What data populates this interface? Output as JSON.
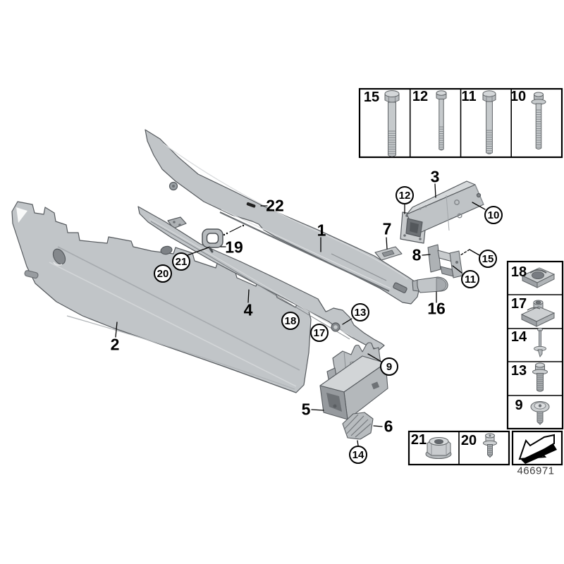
{
  "diagram_number": "466971",
  "colors": {
    "background": "#ffffff",
    "part_fill": "#c1c5c8",
    "part_fill_light": "#d4d7d9",
    "part_fill_dark": "#969a9e",
    "part_stroke": "#565a5e",
    "callout_color": "#000000"
  },
  "callouts": {
    "plain": {
      "p1": "1",
      "p2": "2",
      "p3": "3",
      "p4": "4",
      "p5": "5",
      "p6": "6",
      "p7": "7",
      "p8": "8",
      "p16": "16",
      "p19": "19",
      "p22": "22"
    },
    "circled": {
      "c9": "9",
      "c10": "10",
      "c11": "11",
      "c12": "12",
      "c13": "13",
      "c14": "14",
      "c15": "15",
      "c17": "17",
      "c18": "18",
      "c20": "20",
      "c21": "21"
    }
  },
  "fastener_tables": {
    "top": {
      "items": [
        {
          "label": "15",
          "icon": "hex-bolt-icon"
        },
        {
          "label": "12",
          "icon": "hex-bolt-icon"
        },
        {
          "label": "11",
          "icon": "hex-bolt-icon"
        },
        {
          "label": "10",
          "icon": "flange-screw-icon"
        }
      ]
    },
    "side": {
      "items": [
        {
          "label": "18",
          "icon": "clip-nut-icon"
        },
        {
          "label": "17",
          "icon": "clip-nut-collar-icon"
        },
        {
          "label": "14",
          "icon": "expansion-rivet-icon"
        },
        {
          "label": "13",
          "icon": "flange-hex-screw-icon"
        },
        {
          "label": "9",
          "icon": "washer-head-screw-icon"
        }
      ]
    },
    "bottom": {
      "items": [
        {
          "label": "21",
          "icon": "flange-nut-icon"
        },
        {
          "label": "20",
          "icon": "torx-flange-screw-icon"
        }
      ]
    }
  },
  "legend": {
    "direction_arrow_icon": "direction-arrow-icon"
  }
}
